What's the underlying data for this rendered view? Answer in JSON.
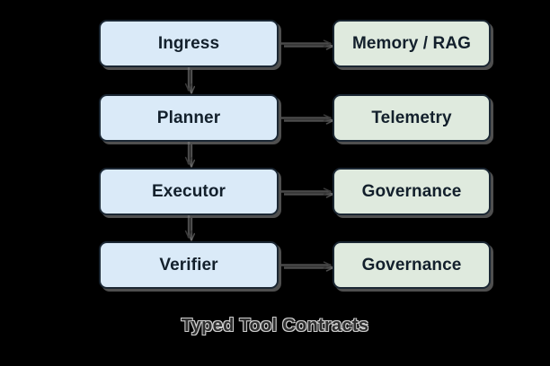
{
  "diagram": {
    "type": "flowchart",
    "caption": "Typed Tool Contracts",
    "colors": {
      "background": "#000000",
      "stage_fill": "#daeaf8",
      "side_fill": "#dfeade",
      "border": "#1b2733",
      "text": "#13202c",
      "edge": "#808080",
      "caption_text": "#2e2e2e"
    },
    "rows": [
      {
        "stage": "Ingress",
        "side": "Memory / RAG"
      },
      {
        "stage": "Planner",
        "side": "Telemetry"
      },
      {
        "stage": "Executor",
        "side": "Governance"
      },
      {
        "stage": "Verifier",
        "side": "Governance"
      }
    ],
    "edges": {
      "vertical": [
        {
          "from": "Ingress",
          "to": "Planner"
        },
        {
          "from": "Planner",
          "to": "Executor"
        },
        {
          "from": "Executor",
          "to": "Verifier"
        }
      ],
      "horizontal": [
        {
          "from": "Ingress",
          "to": "Memory / RAG"
        },
        {
          "from": "Planner",
          "to": "Telemetry"
        },
        {
          "from": "Executor",
          "to": "Governance"
        },
        {
          "from": "Verifier",
          "to": "Governance"
        }
      ]
    }
  }
}
